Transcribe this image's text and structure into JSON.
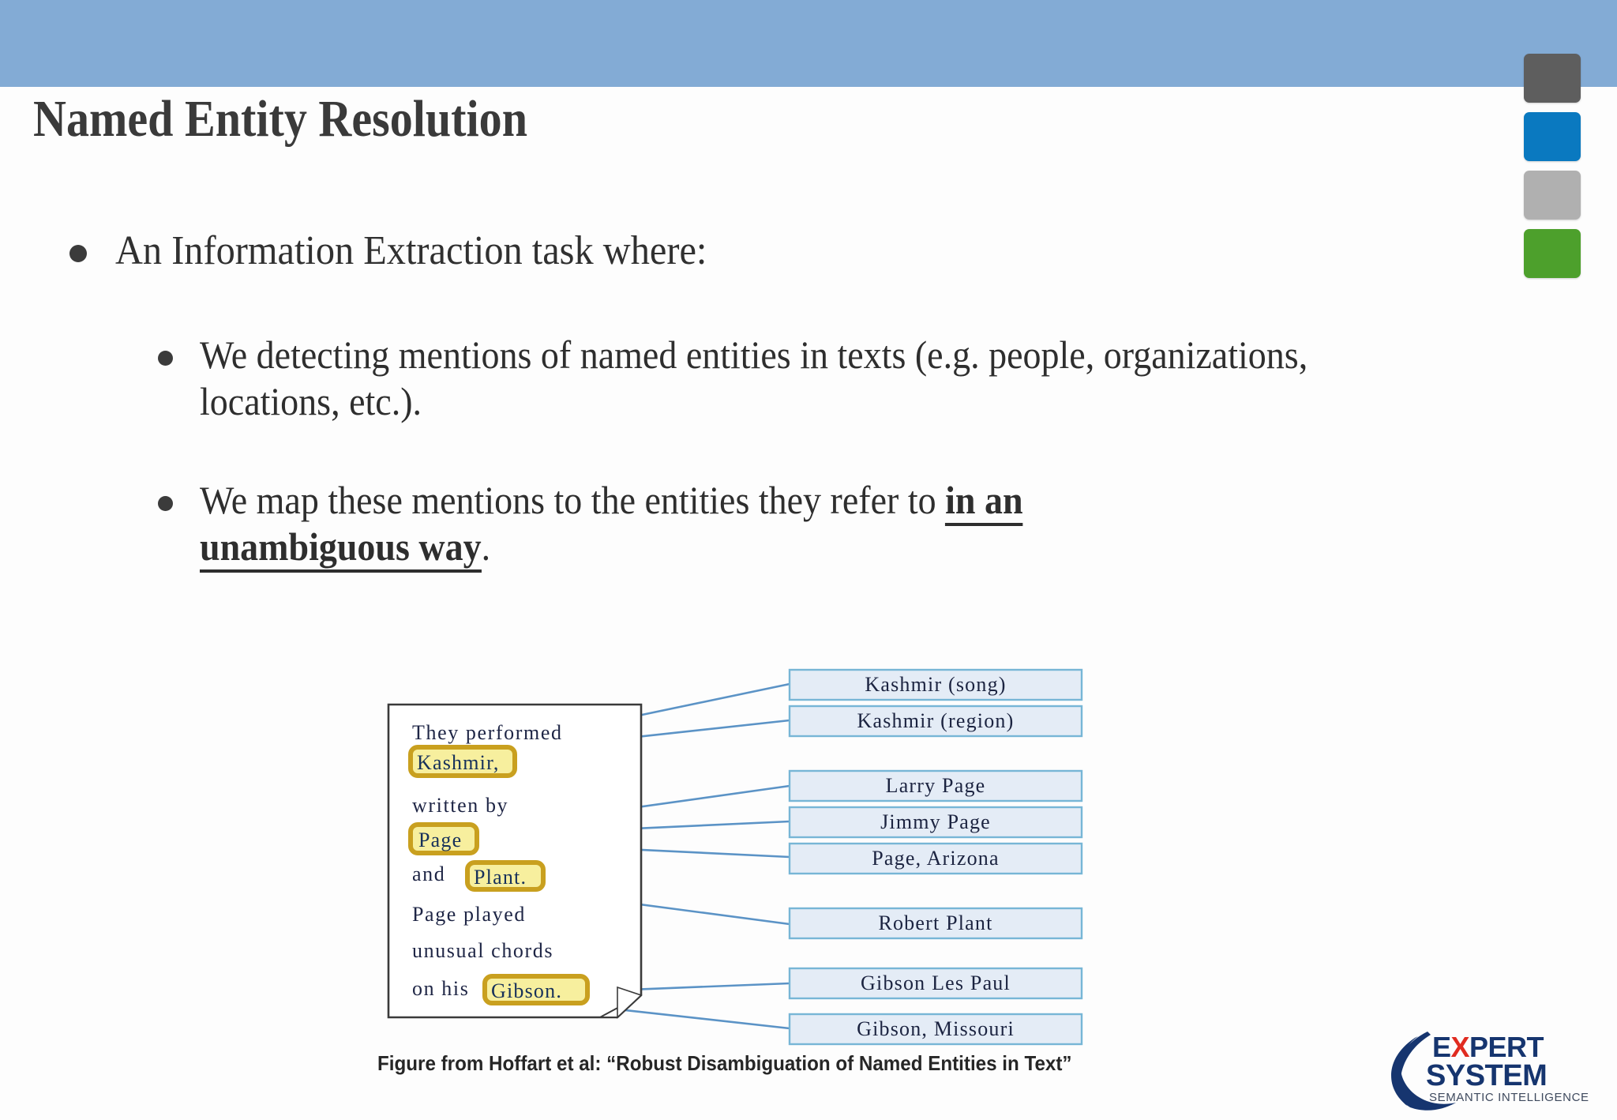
{
  "slide": {
    "title": "Named Entity Resolution",
    "topbar_color": "#83abd5",
    "title_color": "#3a3a3a"
  },
  "deco_squares": [
    {
      "name": "square-dark-gray",
      "color": "#5e5e5e"
    },
    {
      "name": "square-blue",
      "color": "#0a79c0"
    },
    {
      "name": "square-light-gray",
      "color": "#b0b0b0"
    },
    {
      "name": "square-green",
      "color": "#4da02c"
    }
  ],
  "bullets": {
    "level1": "An Information Extraction task where:",
    "level2": [
      {
        "plain_before": "We detecting mentions of named entities in texts (e.g. people,",
        "line2": "organizations, locations, etc.)."
      },
      {
        "plain_before": "We map these mentions to the entities they refer to ",
        "emphasis_a": "in an",
        "emphasis_b": "unambiguous way",
        "tail": "."
      }
    ]
  },
  "figure": {
    "caption": "Figure from Hoffart et al: “Robust Disambiguation of Named Entities in Text”",
    "document_lines": [
      {
        "text": "They performed",
        "highlight": null
      },
      {
        "text": "",
        "highlight": "Kashmir,"
      },
      {
        "text": "written by",
        "highlight": null
      },
      {
        "text": "",
        "highlight": "Page"
      },
      {
        "text": "and ",
        "highlight": "Plant."
      },
      {
        "text": "Page played",
        "highlight": null
      },
      {
        "text": "unusual chords",
        "highlight": null
      },
      {
        "text": "on his ",
        "highlight": "Gibson."
      }
    ],
    "mentions": [
      "Kashmir,",
      "Page",
      "Plant.",
      "Gibson."
    ],
    "candidate_entities": [
      "Kashmir (song)",
      "Kashmir (region)",
      "Larry Page",
      "Jimmy Page",
      "Page, Arizona",
      "Robert Plant",
      "Gibson Les Paul",
      "Gibson, Missouri"
    ],
    "colors": {
      "mention_fill": "#f7ef9e",
      "mention_border": "#c9a01f",
      "entity_fill": "#e4ecf6",
      "entity_border": "#77b6d6",
      "connector": "#5b93c6",
      "doc_border": "#3a3a3a"
    }
  },
  "logo": {
    "word1_part1": "E",
    "word1_x": "X",
    "word1_part2": "PERT",
    "word2": "SYSTEM",
    "tagline": "SEMANTIC INTELLIGENCE",
    "navy": "#16356f",
    "red": "#e02b20",
    "arc": "#16356f"
  }
}
